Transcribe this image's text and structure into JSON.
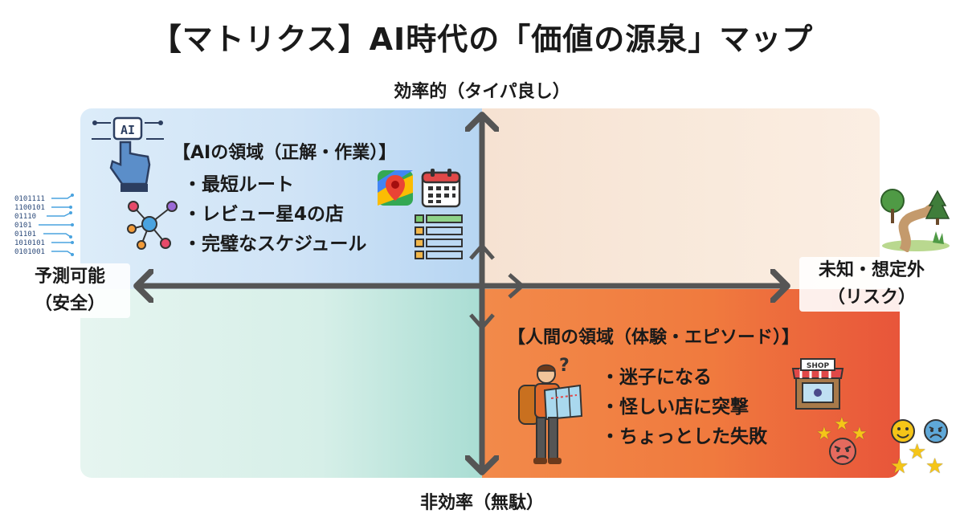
{
  "title": "【マトリクス】AI時代の「価値の源泉」マップ",
  "axes": {
    "top": "効率的（タイパ良し）",
    "bottom": "非効率（無駄）",
    "left_line1": "予測可能",
    "left_line2": "（安全）",
    "right_line1": "未知・想定外",
    "right_line2": "（リスク）"
  },
  "ai_region": {
    "title": "【AIの領域（正解・作業）】",
    "items": [
      "最短ルート",
      "レビュー星4の店",
      "完璧なスケジュール"
    ],
    "icon_text": "AI"
  },
  "human_region": {
    "title": "【人間の領域（体験・エピソード）】",
    "items": [
      "迷子になる",
      "怪しい店に突撃",
      "ちょっとした失敗"
    ],
    "shop_sign": "SHOP"
  },
  "binary_lines": [
    "0101111",
    "1100101",
    "01110",
    "0101",
    "01101",
    "1010101",
    "0101001"
  ],
  "colors": {
    "ai_quadrant": "#cfe3f6",
    "human_quadrant": "#f07a3e",
    "axis": "#555555"
  }
}
